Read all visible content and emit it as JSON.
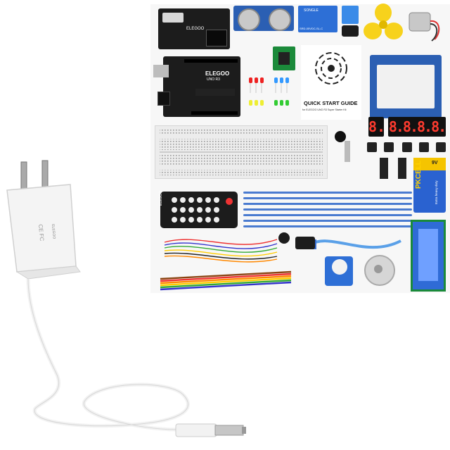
{
  "kit": {
    "uno_brand": "ELEGOO",
    "uno_model": "UNO R3",
    "power_module_brand": "ELEGOO",
    "guide_title": "QUICK START GUIDE",
    "guide_subtitle": "for ELEGOO UNO R3 Super Starter Kit",
    "relay_label": "SRD-05VDC-SL-C",
    "relay_brand": "SONGLE",
    "battery_brand": "PKCELL",
    "battery_voltage": "9V",
    "battery_text": "Extra heavy duty",
    "remote_brand": "ELEGOO",
    "seg_single": "8.",
    "seg_quad": "8.8.8.8."
  },
  "adapter": {
    "label_title": "ELEGOO",
    "label_marks": "CE FC"
  },
  "colors": {
    "board": "#1c1c1c",
    "blue_pcb": "#2b5fb3",
    "cable": "#f2f2f2"
  }
}
